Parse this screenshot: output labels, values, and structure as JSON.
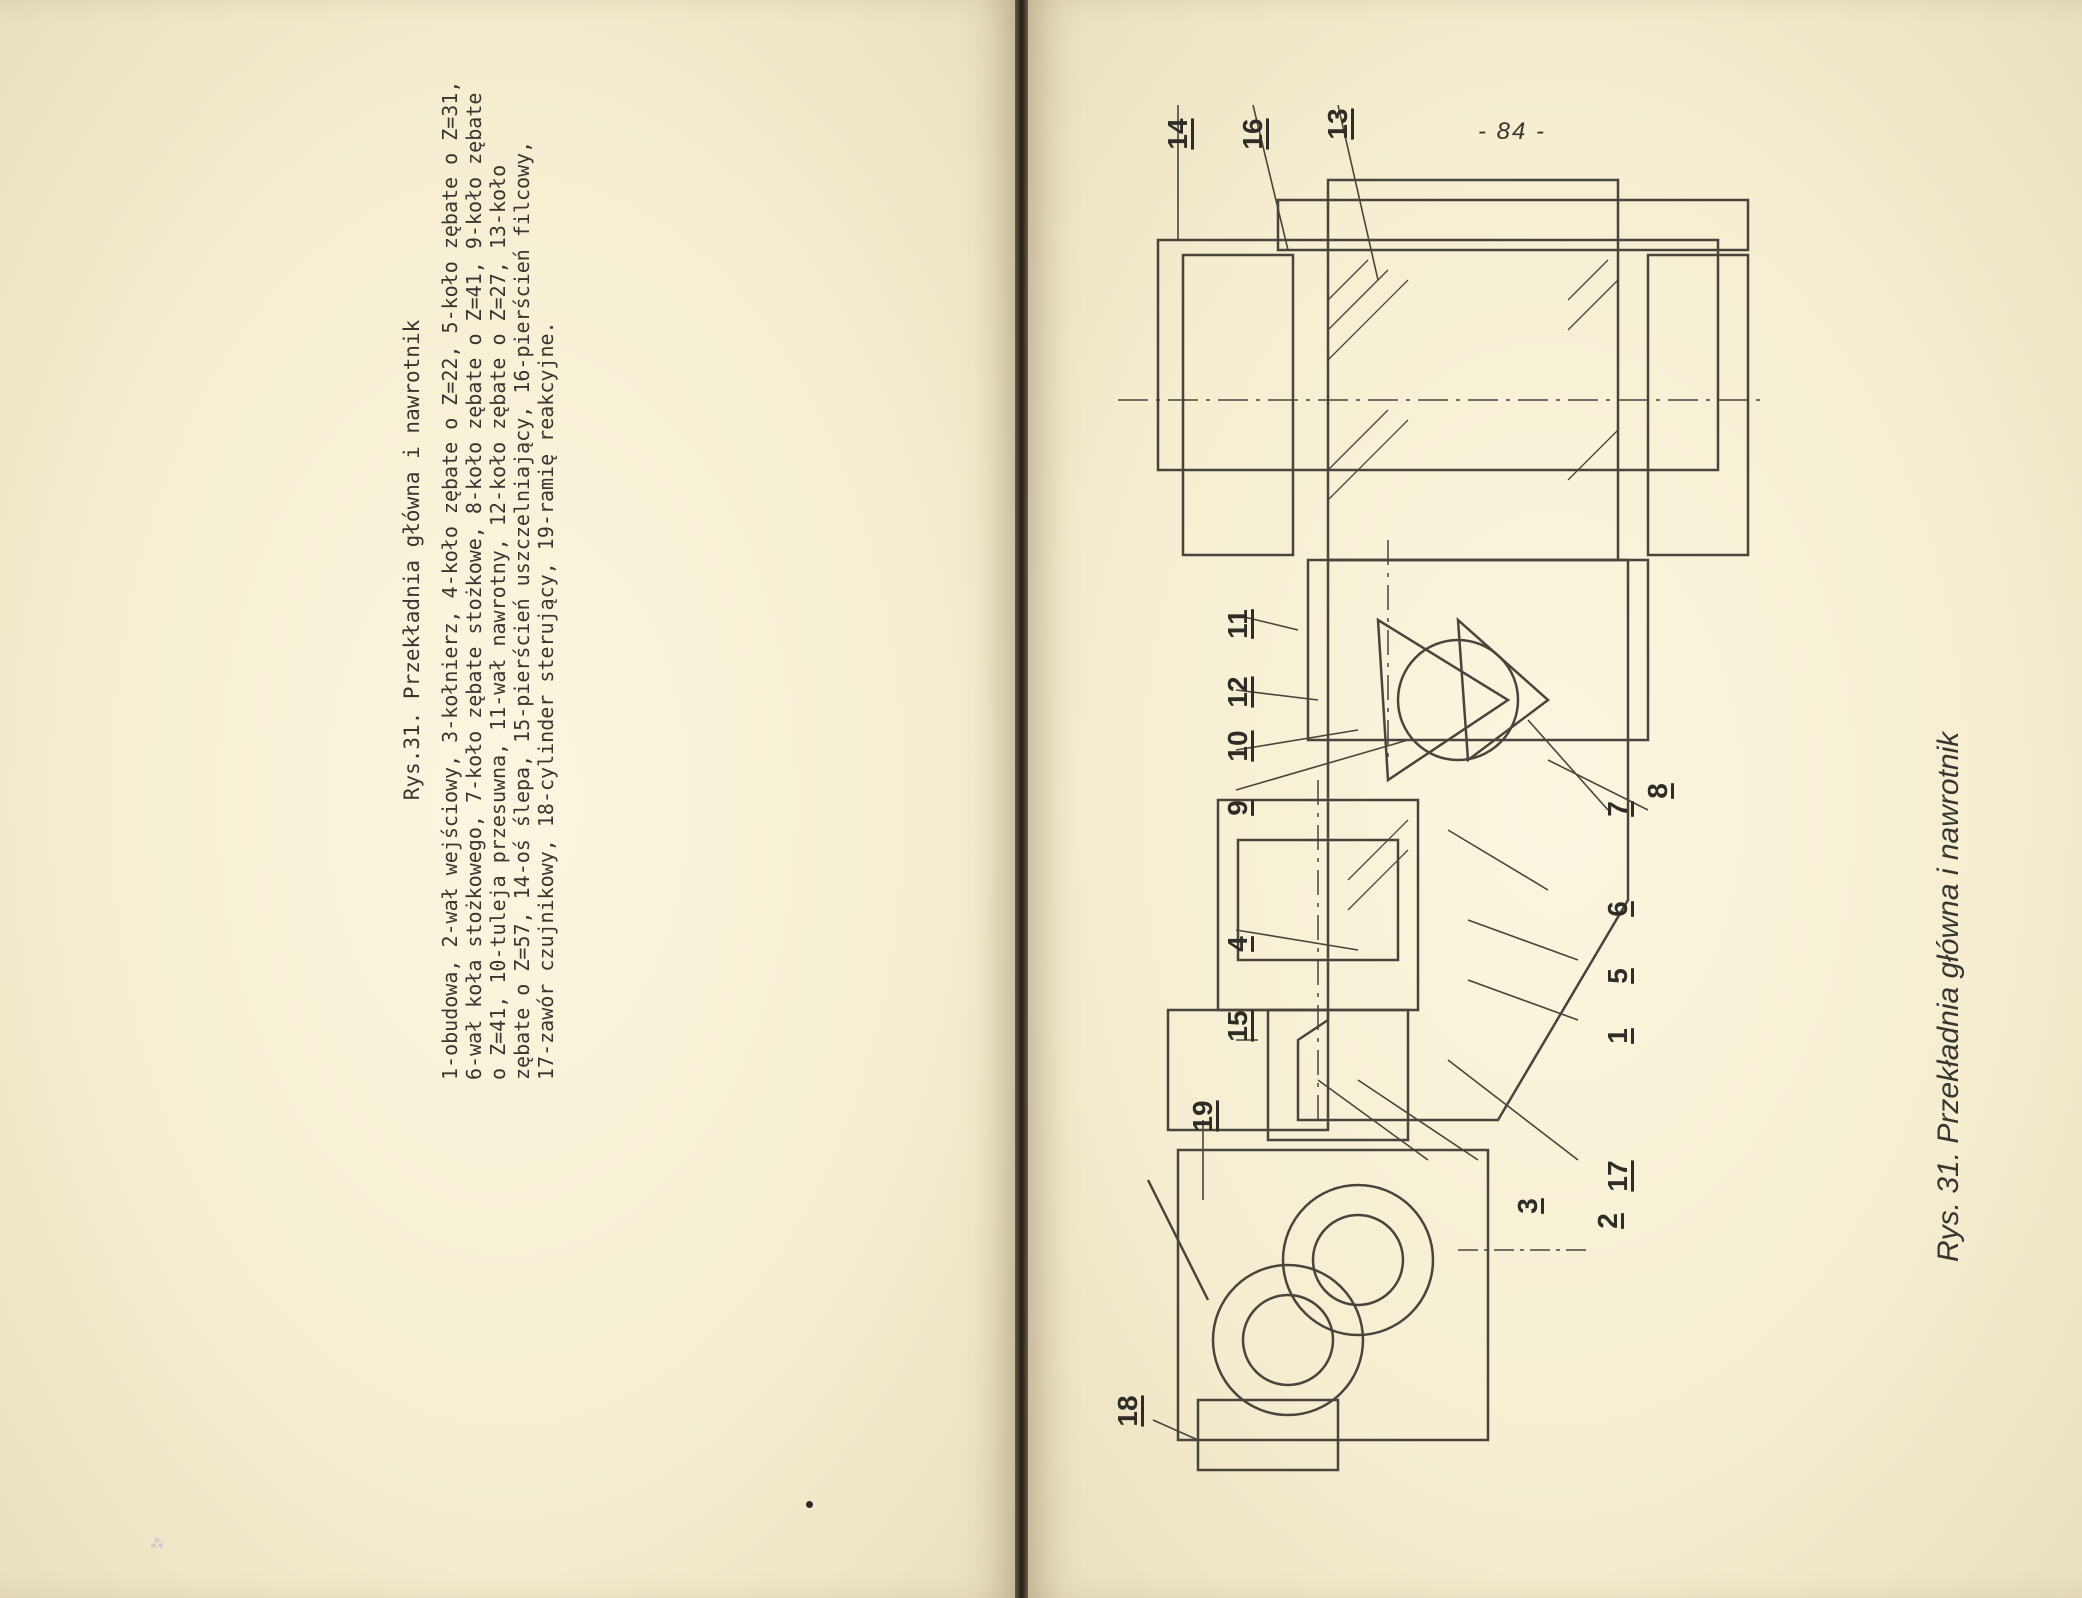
{
  "left_page": {
    "caption_title": "Rys.31. Przekładnia główna i nawrotnik",
    "caption_lines": [
      "1-obudowa, 2-wał wejściowy, 3-kołnierz, 4-koło zębate o Z=22, 5-koło zębate o Z=31,",
      "6-wał koła stożkowego, 7-koło zębate stożkowe, 8-koło zębate o Z=41, 9-koło zębate",
      "o Z=41, 10-tuleja przesuwna, 11-wał nawrotny, 12-koło zębate o Z=27, 13-koło",
      "zębate o Z=57, 14-oś ślepa, 15-pierścień uszczelniający, 16-pierścień filcowy,",
      "17-zawór czujnikowy, 18-cylinder sterujący, 19-ramię reakcyjne."
    ]
  },
  "right_page": {
    "page_number": "- 84 -",
    "figure_caption": "Rys. 31. Przekładnia główna i nawrotnik",
    "callouts": [
      "14",
      "16",
      "13",
      "11",
      "12",
      "10",
      "9",
      "7",
      "8",
      "6",
      "4",
      "5",
      "1",
      "15",
      "17",
      "19",
      "2",
      "3",
      "18"
    ]
  },
  "colors": {
    "paper": "#f8f2d8",
    "ink": "#3a3530",
    "gutter": "#1f1b17"
  }
}
